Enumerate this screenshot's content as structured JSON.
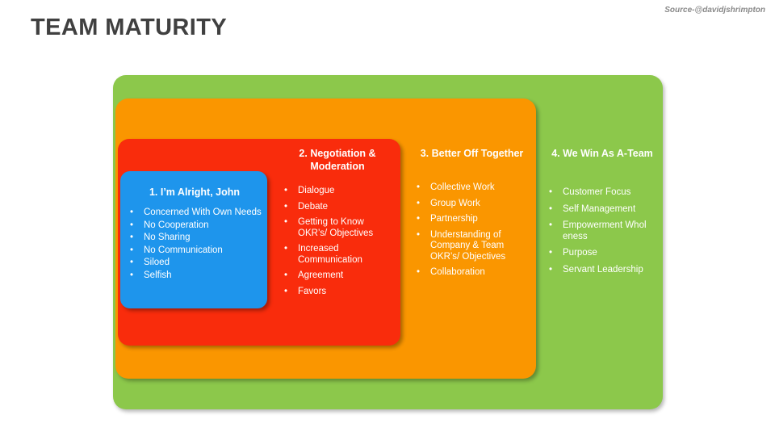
{
  "slide": {
    "title": "TEAM MATURITY",
    "source": "Source-@davidjshrimpton",
    "bullet_glyph": "•",
    "colors": {
      "title_text": "#404040",
      "source_text": "#8a8a8a",
      "stage1_blue": "#1e95ec",
      "stage2_red": "#f92c0c",
      "stage3_orange": "#fa9600",
      "stage4_green": "#8cc84b",
      "text_on_panel": "#ffffff"
    }
  },
  "stages": [
    {
      "id": "stage-1",
      "heading": "1. I’m Alright, John",
      "items": [
        "Concerned With Own Needs",
        "No Cooperation",
        "No Sharing",
        "No Communication",
        "Siloed",
        "Selfish"
      ]
    },
    {
      "id": "stage-2",
      "heading": "2. Negotiation & Moderation",
      "items": [
        "Dialogue",
        "Debate",
        "Getting to Know OKR’s/ Objectives",
        "Increased Communication",
        "Agreement",
        "Favors"
      ]
    },
    {
      "id": "stage-3",
      "heading": "3. Better Off Together",
      "items": [
        "Collective Work",
        "Group Work",
        "Partnership",
        "Understanding of Company & Team OKR’s/ Objectives",
        "Collaboration"
      ]
    },
    {
      "id": "stage-4",
      "heading": "4. We Win As A-Team",
      "items": [
        "Customer Focus",
        "Self Management",
        "Empowerment Whol eness",
        "Purpose",
        "Servant Leadership"
      ]
    }
  ]
}
